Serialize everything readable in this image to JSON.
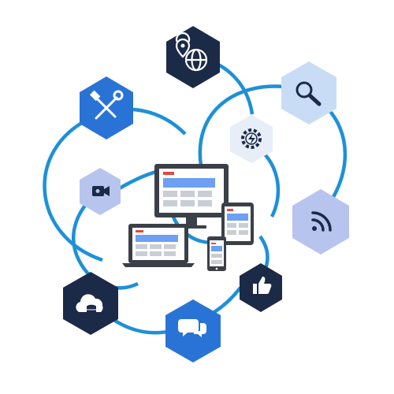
{
  "colors": {
    "ring": "#1e90d8",
    "navy": "#1b2a47",
    "blue": "#2a73d6",
    "light_blue": "#c9dcf5",
    "lavender": "#b7c5ee",
    "pale": "#e7eef7",
    "icon_white": "#ffffff",
    "icon_navy": "#1b2a47",
    "device_dark": "#3b3f48",
    "screen_blue": "#6d9ff3",
    "accent_red": "#e34a3b"
  },
  "nodes": [
    {
      "id": "location-globe",
      "icon": "map-pin-globe-icon",
      "style": "navy"
    },
    {
      "id": "tools",
      "icon": "wrench-screwdriver-icon",
      "style": "blue"
    },
    {
      "id": "search",
      "icon": "magnifier-icon",
      "style": "light_blue"
    },
    {
      "id": "settings",
      "icon": "gear-lightning-icon",
      "style": "pale"
    },
    {
      "id": "video",
      "icon": "video-camera-icon",
      "style": "lavender"
    },
    {
      "id": "rss",
      "icon": "rss-feed-icon",
      "style": "lavender"
    },
    {
      "id": "cloud-storage",
      "icon": "cloud-database-icon",
      "style": "navy"
    },
    {
      "id": "like",
      "icon": "thumbs-up-icon",
      "style": "navy"
    },
    {
      "id": "chat",
      "icon": "chat-bubbles-icon",
      "style": "blue"
    }
  ],
  "devices": [
    "desktop-monitor",
    "laptop",
    "tablet",
    "smartphone"
  ]
}
